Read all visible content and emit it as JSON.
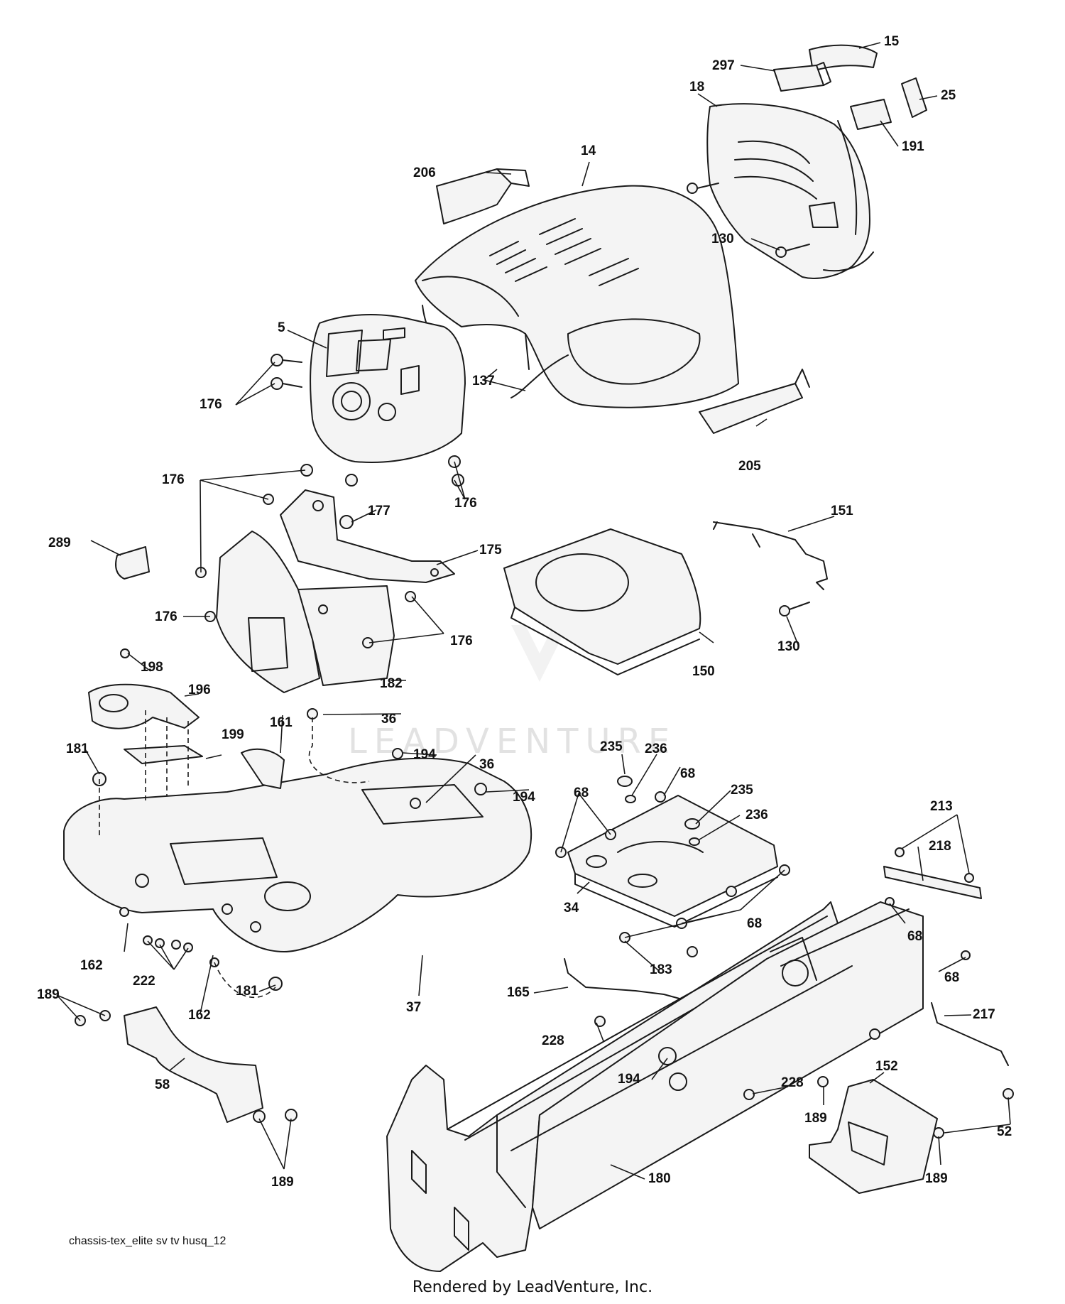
{
  "watermark": "LEADVENTURE",
  "diagram_file_name": "chassis-tex_elite sv tv husq_12",
  "credit": "Rendered by LeadVenture, Inc.",
  "callouts": [
    {
      "id": "15",
      "label": "15"
    },
    {
      "id": "297",
      "label": "297"
    },
    {
      "id": "18",
      "label": "18"
    },
    {
      "id": "25",
      "label": "25"
    },
    {
      "id": "191",
      "label": "191"
    },
    {
      "id": "14",
      "label": "14"
    },
    {
      "id": "206",
      "label": "206"
    },
    {
      "id": "130a",
      "label": "130"
    },
    {
      "id": "5",
      "label": "5"
    },
    {
      "id": "176a",
      "label": "176"
    },
    {
      "id": "137",
      "label": "137"
    },
    {
      "id": "205",
      "label": "205"
    },
    {
      "id": "176b",
      "label": "176"
    },
    {
      "id": "176c",
      "label": "176"
    },
    {
      "id": "177",
      "label": "177"
    },
    {
      "id": "151",
      "label": "151"
    },
    {
      "id": "289",
      "label": "289"
    },
    {
      "id": "175",
      "label": "175"
    },
    {
      "id": "130b",
      "label": "130"
    },
    {
      "id": "176d",
      "label": "176"
    },
    {
      "id": "176e",
      "label": "176"
    },
    {
      "id": "150",
      "label": "150"
    },
    {
      "id": "198",
      "label": "198"
    },
    {
      "id": "182",
      "label": "182"
    },
    {
      "id": "196",
      "label": "196"
    },
    {
      "id": "161",
      "label": "161"
    },
    {
      "id": "36a",
      "label": "36"
    },
    {
      "id": "199",
      "label": "199"
    },
    {
      "id": "181a",
      "label": "181"
    },
    {
      "id": "194a",
      "label": "194"
    },
    {
      "id": "235a",
      "label": "235"
    },
    {
      "id": "236a",
      "label": "236"
    },
    {
      "id": "36b",
      "label": "36"
    },
    {
      "id": "68a",
      "label": "68"
    },
    {
      "id": "194b",
      "label": "194"
    },
    {
      "id": "68b",
      "label": "68"
    },
    {
      "id": "235b",
      "label": "235"
    },
    {
      "id": "213",
      "label": "213"
    },
    {
      "id": "236b",
      "label": "236"
    },
    {
      "id": "218",
      "label": "218"
    },
    {
      "id": "34",
      "label": "34"
    },
    {
      "id": "68c",
      "label": "68"
    },
    {
      "id": "68d",
      "label": "68"
    },
    {
      "id": "162a",
      "label": "162"
    },
    {
      "id": "222",
      "label": "222"
    },
    {
      "id": "183",
      "label": "183"
    },
    {
      "id": "68e",
      "label": "68"
    },
    {
      "id": "189a",
      "label": "189"
    },
    {
      "id": "181b",
      "label": "181"
    },
    {
      "id": "37",
      "label": "37"
    },
    {
      "id": "165",
      "label": "165"
    },
    {
      "id": "162b",
      "label": "162"
    },
    {
      "id": "217",
      "label": "217"
    },
    {
      "id": "228a",
      "label": "228"
    },
    {
      "id": "58",
      "label": "58"
    },
    {
      "id": "194c",
      "label": "194"
    },
    {
      "id": "152",
      "label": "152"
    },
    {
      "id": "228b",
      "label": "228"
    },
    {
      "id": "189b",
      "label": "189"
    },
    {
      "id": "52",
      "label": "52"
    },
    {
      "id": "189c",
      "label": "189"
    },
    {
      "id": "189d",
      "label": "189"
    },
    {
      "id": "180",
      "label": "180"
    }
  ]
}
